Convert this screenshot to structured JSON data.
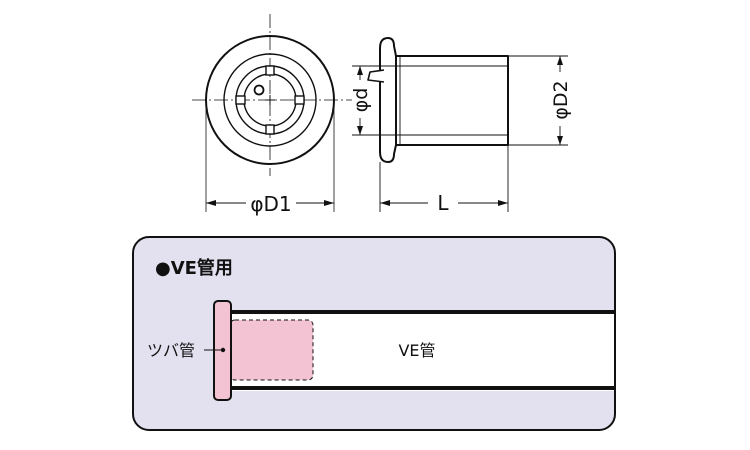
{
  "dimensions": {
    "outer_diameter_label": "φD1",
    "inner_diameter_label": "φd",
    "pipe_diameter_label": "φD2",
    "length_label": "L"
  },
  "usage_panel": {
    "heading": "●VE管用",
    "flange_pipe_label": "ツバ管",
    "pipe_label": "VE管"
  },
  "colors": {
    "panel_background": "#e3e1ef",
    "part_fill": "#f4c3d3",
    "line": "#111111"
  }
}
